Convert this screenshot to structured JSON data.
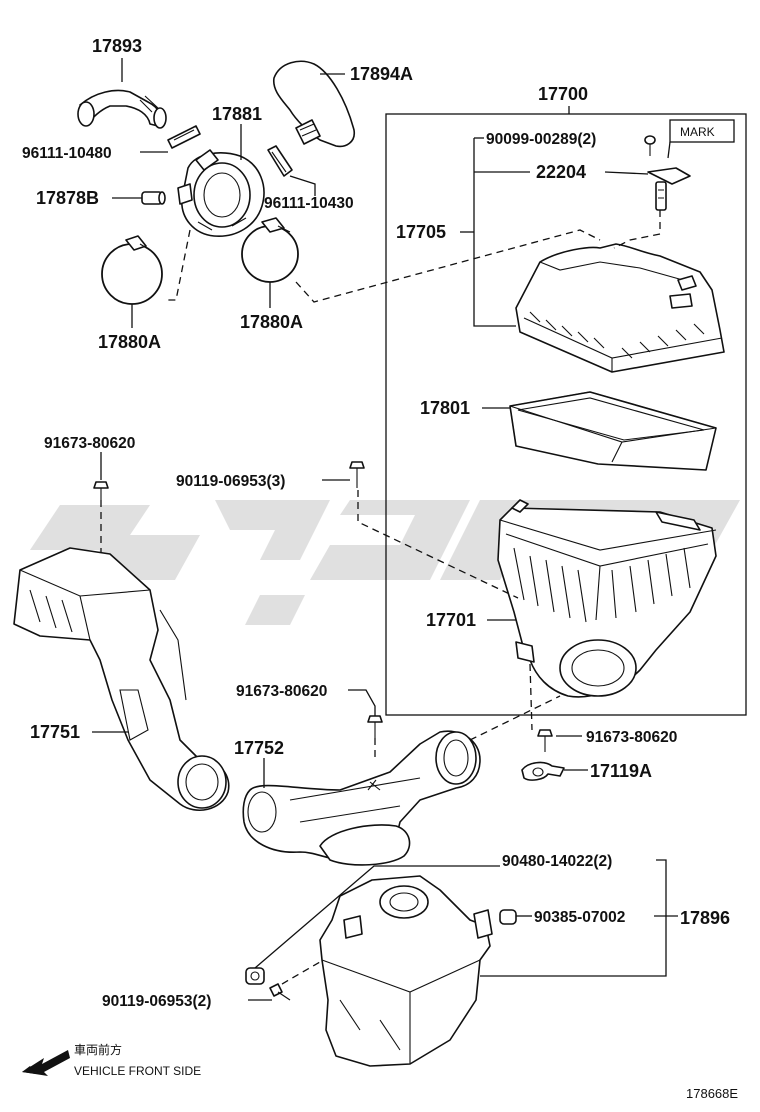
{
  "parts": {
    "p17893": "17893",
    "p17894A": "17894A",
    "p17881": "17881",
    "p96111_10480": "96111-10480",
    "p17878B": "17878B",
    "p96111_10430": "96111-10430",
    "p17880A_left": "17880A",
    "p17880A_right": "17880A",
    "p17700": "17700",
    "p90099_00289": "90099-00289(2)",
    "p22204": "22204",
    "p17705": "17705",
    "p17801": "17801",
    "p91673_80620_a": "91673-80620",
    "p90119_06953_3": "90119-06953(3)",
    "p17701": "17701",
    "p17751": "17751",
    "p91673_80620_b": "91673-80620",
    "p17752": "17752",
    "p91673_80620_c": "91673-80620",
    "p17119A": "17119A",
    "p90480_14022": "90480-14022(2)",
    "p90385_07002": "90385-07002",
    "p17896": "17896",
    "p90119_06953_2": "90119-06953(2)"
  },
  "mark_label": "MARK",
  "direction": {
    "jp": "車両前方",
    "en": "VEHICLE FRONT SIDE"
  },
  "diagram_code": "178668E",
  "icons": [
    "front-direction-arrow-icon",
    "watermark-logo-icon"
  ]
}
